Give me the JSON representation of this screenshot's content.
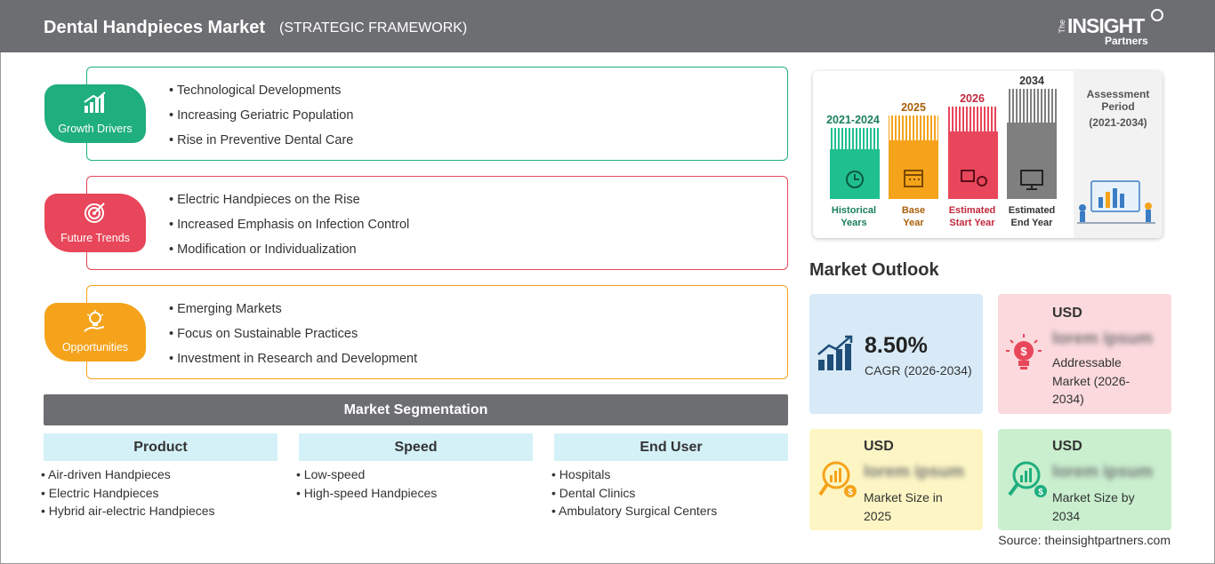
{
  "header": {
    "title": "Dental Handpieces Market",
    "subtitle": "(STRATEGIC FRAMEWORK)",
    "logo": {
      "the": "The",
      "insight": "INSIGHT",
      "partners": "Partners"
    }
  },
  "framework": [
    {
      "label": "Growth Drivers",
      "color": "#1fae7e",
      "icon": "bar-chart-icon",
      "items": [
        "Technological Developments",
        "Increasing Geriatric Population",
        "Rise in Preventive Dental Care"
      ]
    },
    {
      "label": "Future Trends",
      "color": "#e8465a",
      "icon": "target-icon",
      "items": [
        "Electric Handpieces on the Rise",
        "Increased Emphasis on Infection Control",
        "Modification or Individualization"
      ]
    },
    {
      "label": "Opportunities",
      "color": "#f5a31a",
      "icon": "lightbulb-hand-icon",
      "items": [
        "Emerging Markets",
        "Focus on Sustainable Practices",
        "Investment in Research and Development"
      ]
    }
  ],
  "segmentation": {
    "title": "Market Segmentation",
    "columns": [
      {
        "head": "Product",
        "items": [
          "Air-driven Handpieces",
          "Electric Handpieces",
          "Hybrid air-electric Handpieces"
        ]
      },
      {
        "head": "Speed",
        "items": [
          "Low-speed",
          "High-speed Handpieces"
        ]
      },
      {
        "head": "End User",
        "items": [
          "Hospitals",
          "Dental Clinics",
          "Ambulatory Surgical Centers"
        ]
      }
    ]
  },
  "timeline": {
    "assessment": {
      "title_line1": "Assessment",
      "title_line2": "Period",
      "range": "(2021-2034)"
    },
    "bars": [
      {
        "year": "2021-2024",
        "line1": "Historical",
        "line2": "Years",
        "color": "#1fbf8f",
        "label_color": "#1a7f5a"
      },
      {
        "year": "2025",
        "line1": "Base",
        "line2": "Year",
        "color": "#f5a31a",
        "label_color": "#a8600a"
      },
      {
        "year": "2026",
        "line1": "Estimated",
        "line2": "Start Year",
        "color": "#e8465a",
        "label_color": "#c0283d"
      },
      {
        "year": "2034",
        "line1": "Estimated",
        "line2": "End Year",
        "color": "#7f7f7f",
        "label_color": "#333333"
      }
    ]
  },
  "outlook": {
    "title": "Market Outlook",
    "cagr": {
      "value": "8.50%",
      "label": "CAGR (2026-2034)",
      "bg": "#d8eaf7"
    },
    "addressable": {
      "usd": "USD",
      "value": "lorem ipsum",
      "label_line1": "Addressable",
      "label_line2": "Market (2026-",
      "label_line3": "2034)",
      "bg": "#fbd9dd"
    },
    "size2025": {
      "usd": "USD",
      "value": "lorem ipsum",
      "label_line1": "Market Size in",
      "label_line2": "2025",
      "bg": "#fdf6c4"
    },
    "size2034": {
      "usd": "USD",
      "value": "lorem ipsum",
      "label_line1": "Market Size by",
      "label_line2": "2034",
      "bg": "#c9efcf"
    }
  },
  "source": "Source: theinsightpartners.com"
}
